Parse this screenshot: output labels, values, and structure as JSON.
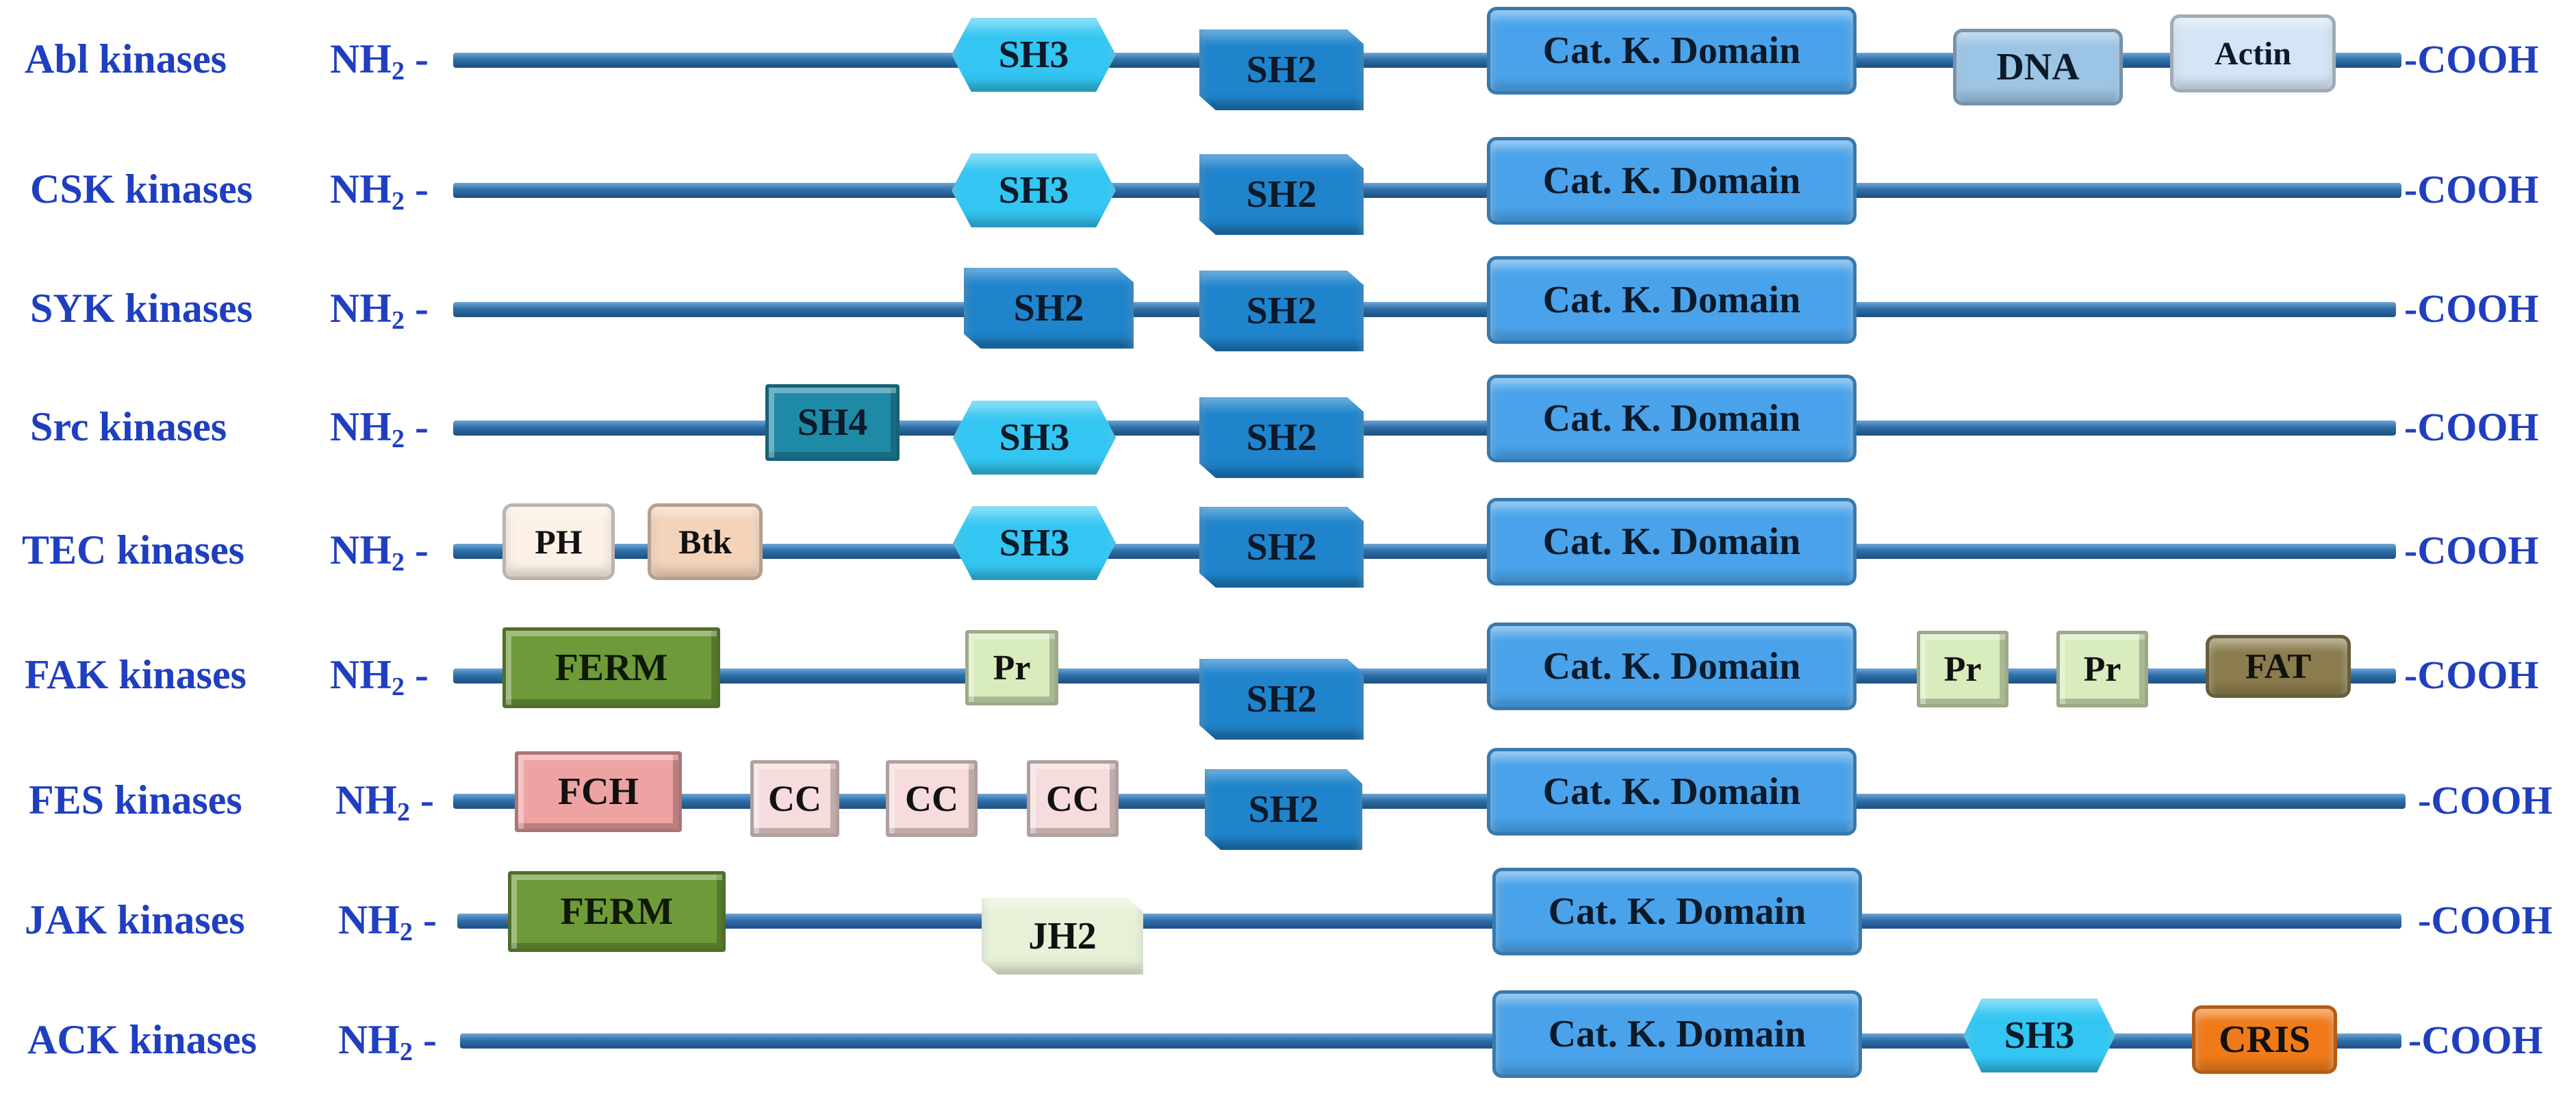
{
  "diagram": {
    "n_terminus_base": "NH",
    "n_terminus_sub": "2",
    "n_terminus_suffix": " -",
    "c_terminus": "-COOH",
    "rows": [
      {
        "label": "Abl kinases",
        "domains": [
          {
            "text": "SH3",
            "kind": "sh3"
          },
          {
            "text": "SH2",
            "kind": "sh2"
          },
          {
            "text": "Cat. K. Domain",
            "kind": "cat"
          },
          {
            "text": "DNA",
            "kind": "dna"
          },
          {
            "text": "Actin",
            "kind": "actin"
          }
        ]
      },
      {
        "label": "CSK kinases",
        "domains": [
          {
            "text": "SH3",
            "kind": "sh3"
          },
          {
            "text": "SH2",
            "kind": "sh2"
          },
          {
            "text": "Cat. K. Domain",
            "kind": "cat"
          }
        ]
      },
      {
        "label": "SYK kinases",
        "domains": [
          {
            "text": "SH2",
            "kind": "sh2"
          },
          {
            "text": "SH2",
            "kind": "sh2"
          },
          {
            "text": "Cat. K. Domain",
            "kind": "cat"
          }
        ]
      },
      {
        "label": "Src kinases",
        "domains": [
          {
            "text": "SH4",
            "kind": "sh4"
          },
          {
            "text": "SH3",
            "kind": "sh3"
          },
          {
            "text": "SH2",
            "kind": "sh2"
          },
          {
            "text": "Cat. K. Domain",
            "kind": "cat"
          }
        ]
      },
      {
        "label": "TEC kinases",
        "domains": [
          {
            "text": "PH",
            "kind": "ph"
          },
          {
            "text": "Btk",
            "kind": "btk"
          },
          {
            "text": "SH3",
            "kind": "sh3"
          },
          {
            "text": "SH2",
            "kind": "sh2"
          },
          {
            "text": "Cat. K. Domain",
            "kind": "cat"
          }
        ]
      },
      {
        "label": "FAK kinases",
        "domains": [
          {
            "text": "FERM",
            "kind": "ferm"
          },
          {
            "text": "Pr",
            "kind": "pr"
          },
          {
            "text": "SH2",
            "kind": "sh2"
          },
          {
            "text": "Cat. K. Domain",
            "kind": "cat"
          },
          {
            "text": "Pr",
            "kind": "pr"
          },
          {
            "text": "Pr",
            "kind": "pr"
          },
          {
            "text": "FAT",
            "kind": "fat"
          }
        ]
      },
      {
        "label": "FES kinases",
        "domains": [
          {
            "text": "FCH",
            "kind": "fch"
          },
          {
            "text": "CC",
            "kind": "cc"
          },
          {
            "text": "CC",
            "kind": "cc"
          },
          {
            "text": "CC",
            "kind": "cc"
          },
          {
            "text": "SH2",
            "kind": "sh2"
          },
          {
            "text": "Cat. K. Domain",
            "kind": "cat"
          }
        ]
      },
      {
        "label": "JAK kinases",
        "domains": [
          {
            "text": "FERM",
            "kind": "ferm"
          },
          {
            "text": "JH2",
            "kind": "jh2"
          },
          {
            "text": "Cat. K. Domain",
            "kind": "cat"
          }
        ]
      },
      {
        "label": "ACK kinases",
        "domains": [
          {
            "text": "Cat. K. Domain",
            "kind": "cat"
          },
          {
            "text": "SH3",
            "kind": "sh3"
          },
          {
            "text": "CRIS",
            "kind": "cris"
          }
        ]
      }
    ]
  },
  "colors": {
    "label": "#1f3fc0",
    "sh3": "#33c6f2",
    "sh2": "#1f84cc",
    "cat": "#4aa3ea",
    "dna": "#9cc4e4",
    "actin": "#d4e6f5",
    "sh4": "#1f8aa6",
    "ph": "#fbf1e6",
    "btk": "#f3d4bb",
    "ferm": "#6f9a3a",
    "pr": "#d9ecbd",
    "fat": "#8a7c4c",
    "fch": "#eea3a3",
    "cc": "#f6dcdc",
    "jh2": "#e6f1d8",
    "cris": "#f07a1a"
  }
}
